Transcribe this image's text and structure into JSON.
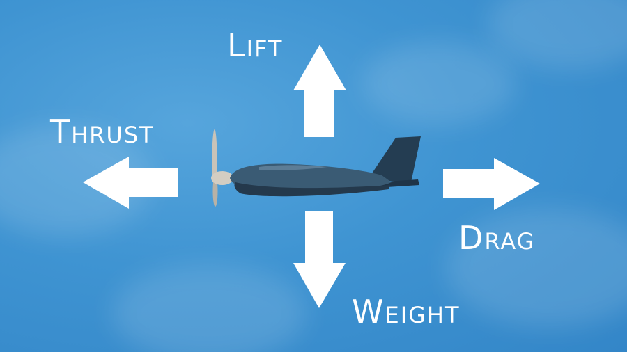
{
  "labels": {
    "lift": "Lift",
    "thrust": "Thrust",
    "drag": "Drag",
    "weight": "Weight"
  },
  "colors": {
    "sky": "#3f94d2",
    "arrow": "#ffffff",
    "aircraft": "#35556e"
  },
  "icons": {
    "up": "arrow-up-icon",
    "left": "arrow-left-icon",
    "right": "arrow-right-icon",
    "down": "arrow-down-icon",
    "aircraft": "airplane-icon"
  }
}
